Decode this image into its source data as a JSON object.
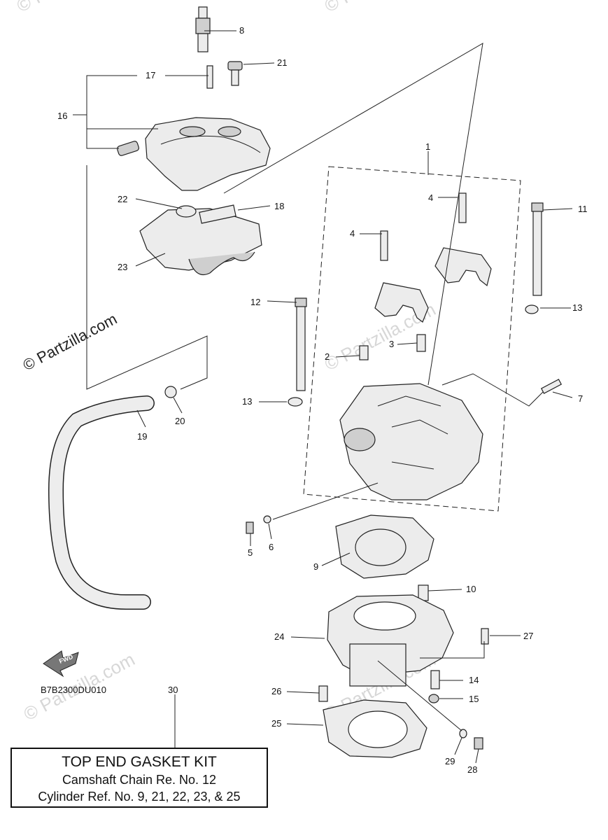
{
  "watermark": {
    "main": "© Partzilla.com",
    "faint": "© Partzilla.com"
  },
  "diagram_code": "B7B2300DU010",
  "fwd_label": "FWD",
  "callouts": {
    "c1": "1",
    "c2": "2",
    "c3": "3",
    "c4a": "4",
    "c4b": "4",
    "c5": "5",
    "c6": "6",
    "c7": "7",
    "c8": "8",
    "c9": "9",
    "c10": "10",
    "c11": "11",
    "c12": "12",
    "c13a": "13",
    "c13b": "13",
    "c14": "14",
    "c15": "15",
    "c16": "16",
    "c17": "17",
    "c18": "18",
    "c19": "19",
    "c20": "20",
    "c21": "21",
    "c22": "22",
    "c23": "23",
    "c24": "24",
    "c25": "25",
    "c26": "26",
    "c27": "27",
    "c28": "28",
    "c29": "29",
    "c30": "30"
  },
  "kit": {
    "title": "TOP END GASKET KIT",
    "line1": "Camshaft Chain Re. No. 12",
    "line2": "Cylinder Ref. No. 9, 21, 22, 23, & 25"
  }
}
